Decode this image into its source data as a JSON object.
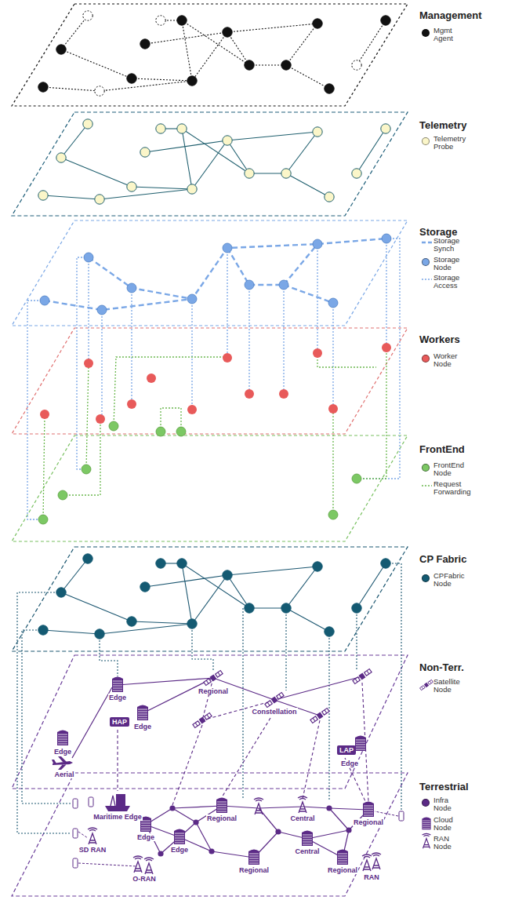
{
  "diagram": {
    "nodes": [
      {
        "text": [
          "Management"
        ]
      },
      {
        "text": [
          "Telemetry"
        ]
      },
      {
        "text": [
          "Storage"
        ]
      },
      {
        "text": [
          "Workers"
        ]
      },
      {
        "text": [
          "FrontEnd"
        ]
      },
      {
        "text": [
          "CP Fabric"
        ]
      },
      {
        "text": [
          "Non-Terr."
        ]
      },
      {
        "text": [
          "Terrestrial"
        ]
      },
      {
        "text": [
          "HAP"
        ],
        "in": 6
      },
      {
        "text": [
          "LAP"
        ],
        "in": 6
      }
    ],
    "labels": [
      "Edge",
      "Regional",
      "Constellation",
      "Edge",
      "Edge",
      "Aerial",
      "Edge",
      "Maritime Edge",
      "Edge",
      "Regional",
      "Central",
      "Regional",
      "SD RAN",
      "O-RAN",
      "Edge",
      "Regional",
      "Central",
      "Regional",
      "RAN"
    ],
    "legend": [
      {
        "text": "Mgmt Agent",
        "color": "#111111"
      },
      {
        "text": "Telemetry Probe",
        "color": "#fbf6c9"
      },
      {
        "text": "Storage Synch"
      },
      {
        "text": "Storage Node",
        "color": "#7aa7e6"
      },
      {
        "text": "Storage Access"
      },
      {
        "text": "Worker Node",
        "color": "#e85a5a"
      },
      {
        "text": "FrontEnd Node",
        "color": "#7cc864"
      },
      {
        "text": "Request Forwarding"
      },
      {
        "text": "CPFabric Node",
        "color": "#145a72"
      },
      {
        "text": "Satellite Node"
      },
      {
        "text": "Infra Node",
        "color": "#5b2a86"
      },
      {
        "text": "Cloud Node"
      },
      {
        "text": "RAN Node"
      }
    ]
  }
}
